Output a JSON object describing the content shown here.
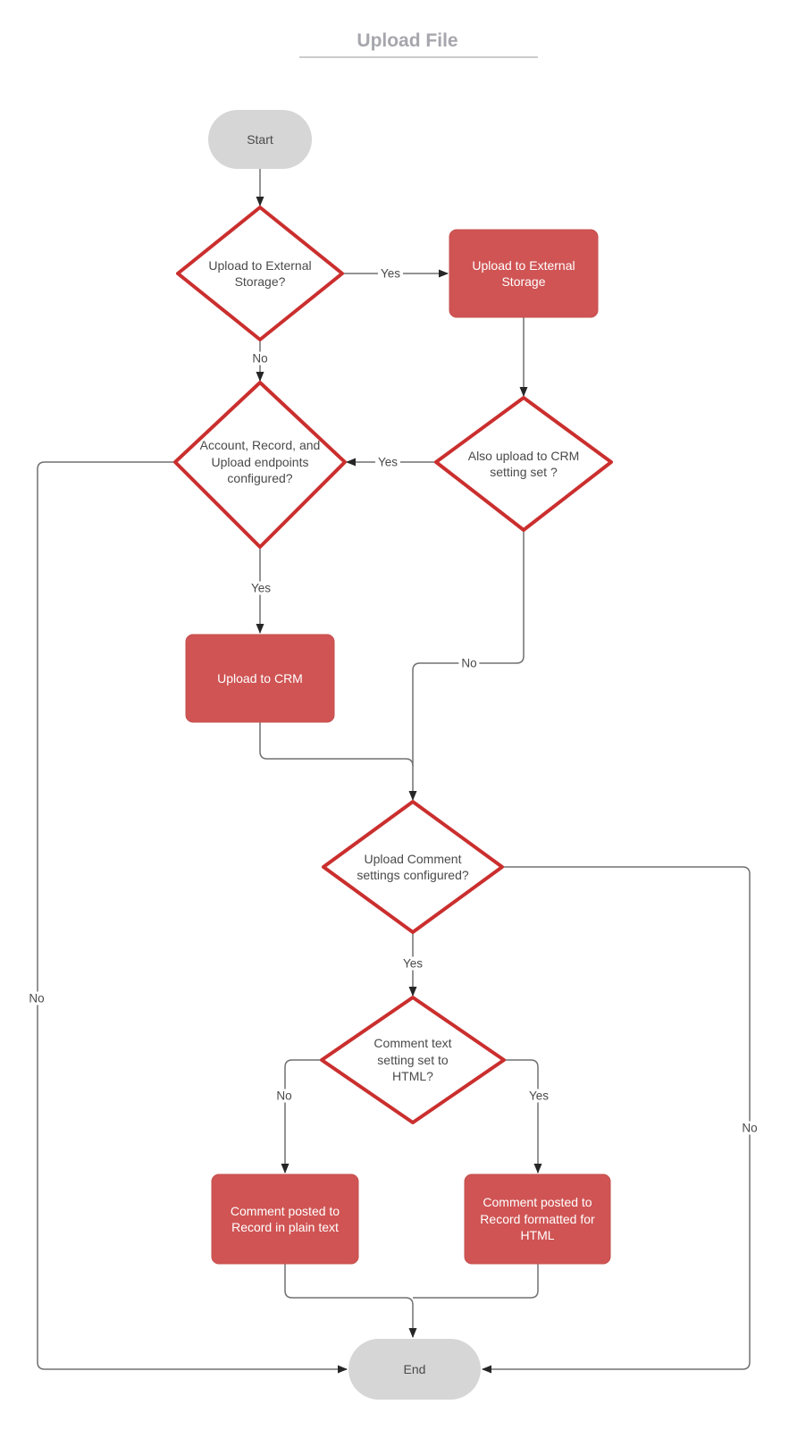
{
  "title": "Upload File",
  "colors": {
    "background": "#ffffff",
    "red_fill": "#d05454",
    "red_border": "#c44f4c",
    "decision_stroke": "#ca2f2e",
    "decision_fill": "#ffffff",
    "terminal_fill": "#d6d6d6",
    "connector": "#707070",
    "arrowhead": "#262626",
    "title_color": "#a6a6ad",
    "title_underline": "#ccccce",
    "text_dark": "#4a4a4a",
    "text_on_red": "#ffffff"
  },
  "nodes": {
    "start": {
      "type": "terminal",
      "label": "Start"
    },
    "d_external": {
      "type": "decision",
      "label": "Upload to External Storage?"
    },
    "p_external": {
      "type": "process",
      "label": "Upload to External Storage"
    },
    "d_endpoints": {
      "type": "decision",
      "label": "Account, Record, and Upload endpoints configured?"
    },
    "d_crm_setting": {
      "type": "decision",
      "label": "Also upload to CRM setting set ?"
    },
    "p_crm": {
      "type": "process",
      "label": "Upload to CRM"
    },
    "d_comment_settings": {
      "type": "decision",
      "label": "Upload Comment settings configured?"
    },
    "d_comment_html": {
      "type": "decision",
      "label": "Comment text setting set to HTML?"
    },
    "p_plain": {
      "type": "process",
      "label": "Comment posted to Record in plain text"
    },
    "p_html": {
      "type": "process",
      "label": "Comment posted to Record formatted for HTML"
    },
    "end": {
      "type": "terminal",
      "label": "End"
    }
  },
  "edge_labels": {
    "external_yes": "Yes",
    "external_no": "No",
    "crm_setting_yes": "Yes",
    "crm_setting_no": "No",
    "endpoints_yes": "Yes",
    "endpoints_no": "No",
    "comment_settings_yes": "Yes",
    "comment_settings_no": "No",
    "comment_html_no": "No",
    "comment_html_yes": "Yes"
  }
}
